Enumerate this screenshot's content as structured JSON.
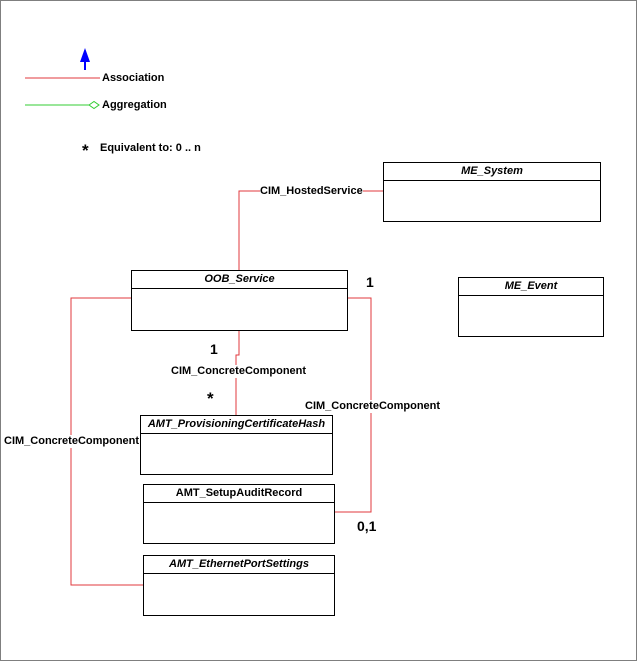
{
  "legend": {
    "association_label": "Association",
    "aggregation_label": "Aggregation",
    "star_symbol": "*",
    "equivalent_text": "Equivalent to:  0 .. n",
    "colors": {
      "association": "#e0393e",
      "aggregation": "#33cc33",
      "arrow": "#0000ff"
    }
  },
  "classes": {
    "me_system": "ME_System",
    "me_event": "ME_Event",
    "oob_service": "OOB_Service",
    "provisioning_cert_hash": "AMT_ProvisioningCertificateHash",
    "setup_audit_record": "AMT_SetupAuditRecord",
    "ethernet_port_settings": "AMT_EthernetPortSettings"
  },
  "associations": {
    "hosted_service": "CIM_HostedService",
    "concrete_component_left": "CIM_ConcreteComponent",
    "concrete_component_middle": "CIM_ConcreteComponent",
    "concrete_component_right": "CIM_ConcreteComponent"
  },
  "multiplicities": {
    "oob_right_top": "1",
    "oob_bottom": "1",
    "cert_hash_top": "*",
    "audit_record_right": "0,1"
  }
}
